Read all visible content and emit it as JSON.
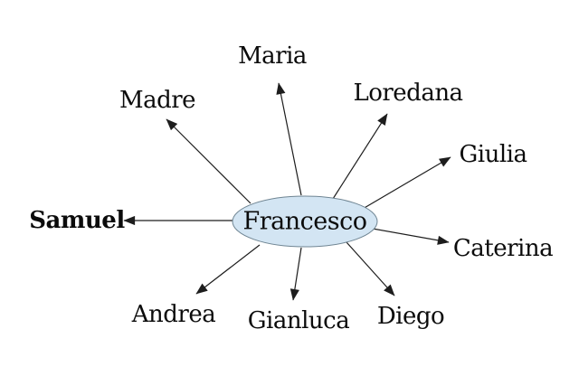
{
  "diagram": {
    "type": "radial-concept-map",
    "center": {
      "label": "Francesco"
    },
    "satellites": [
      {
        "name": "Maria"
      },
      {
        "name": "Loredana"
      },
      {
        "name": "Giulia"
      },
      {
        "name": "Caterina"
      },
      {
        "name": "Diego"
      },
      {
        "name": "Gianluca"
      },
      {
        "name": "Andrea"
      },
      {
        "name": "Samuel",
        "bold": true
      },
      {
        "name": "Madre"
      }
    ],
    "edges_from_center": [
      "Maria",
      "Loredana",
      "Giulia",
      "Caterina",
      "Diego",
      "Gianluca",
      "Andrea",
      "Samuel",
      "Madre"
    ],
    "colors": {
      "node_fill": "#d3e5f3",
      "node_stroke": "#6f8593",
      "arrow": "#1d1d1d",
      "text": "#0b0b0b",
      "background": "#ffffff"
    }
  }
}
